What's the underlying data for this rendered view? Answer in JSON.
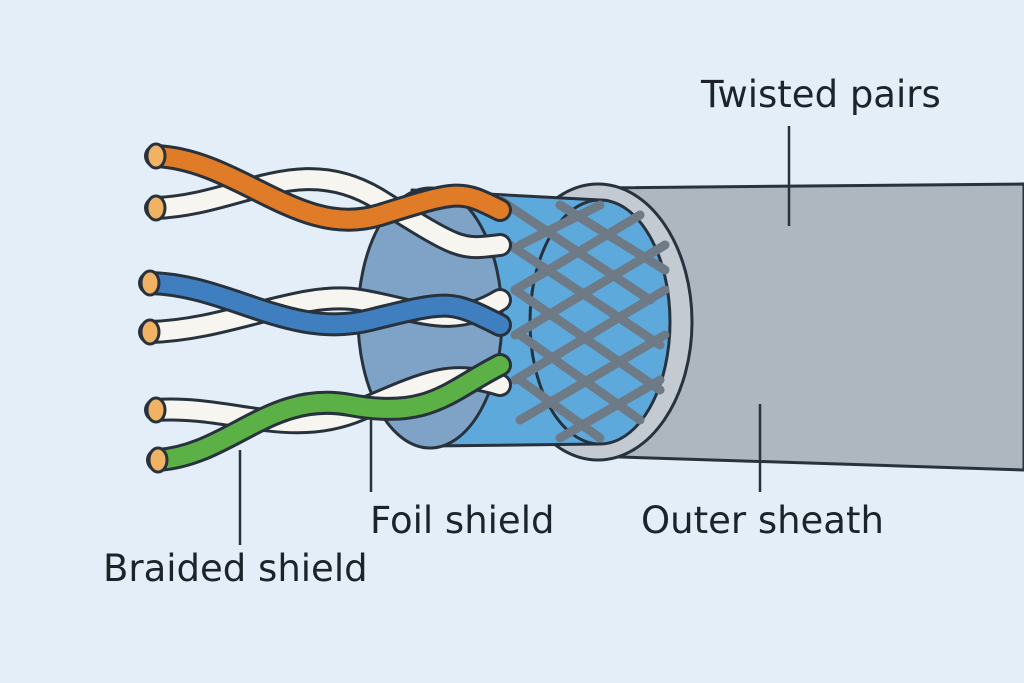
{
  "colors": {
    "background": "#e3eef8",
    "orange": "#e07b27",
    "blue": "#3f7fc0",
    "green": "#5bb046",
    "white_wire": "#f6f5f0",
    "copper": "#f0b263",
    "foil": "#5da9dc",
    "braid": "#6e7a86",
    "sheath": "#aeb6bf",
    "outline": "#28323d"
  },
  "labels": {
    "twisted_pairs": "Twisted pairs",
    "foil_shield": "Foil shield",
    "outer_sheath": "Outer sheath",
    "braided_shield": "Braided shield"
  }
}
